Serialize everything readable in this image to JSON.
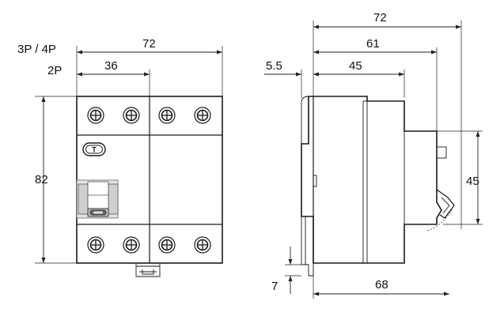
{
  "front_view": {
    "label_3p4p": "3P / 4P",
    "label_2p": "2P",
    "width_3p4p": "72",
    "width_2p": "36",
    "height": "82",
    "test_button_letter": "T"
  },
  "side_view": {
    "overall_depth": "72",
    "depth_61": "61",
    "depth_45": "45",
    "offset": "5.5",
    "front_height": "45",
    "rail_depth": "68",
    "rail_offset": "7"
  }
}
